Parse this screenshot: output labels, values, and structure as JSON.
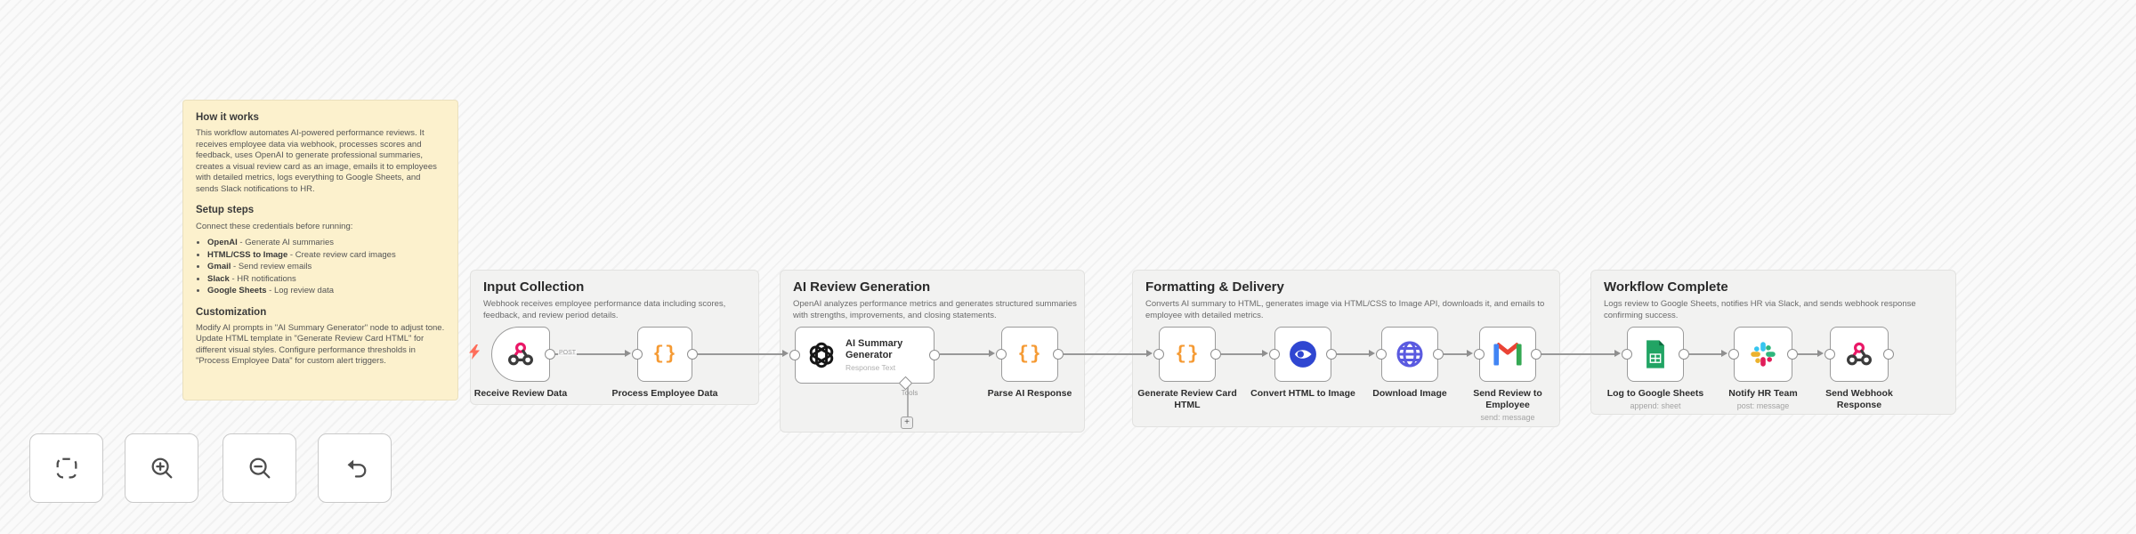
{
  "note": {
    "heading_how": "How it works",
    "para_how": "This workflow automates AI-powered performance reviews. It receives employee data via webhook, processes scores and feedback, uses OpenAI to generate professional summaries, creates a visual review card as an image, emails it to employees with detailed metrics, logs everything to Google Sheets, and sends Slack notifications to HR.",
    "heading_setup": "Setup steps",
    "setup_intro": "Connect these credentials before running:",
    "bullets": [
      {
        "name": "OpenAI",
        "desc": "- Generate AI summaries"
      },
      {
        "name": "HTML/CSS to Image",
        "desc": "- Create review card images"
      },
      {
        "name": "Gmail",
        "desc": "- Send review emails"
      },
      {
        "name": "Slack",
        "desc": "- HR notifications"
      },
      {
        "name": "Google Sheets",
        "desc": "- Log review data"
      }
    ],
    "heading_custom": "Customization",
    "para_custom": "Modify AI prompts in \"AI Summary Generator\" node to adjust tone. Update HTML template in \"Generate Review Card HTML\" for different visual styles. Configure performance thresholds in \"Process Employee Data\" for custom alert triggers."
  },
  "sections": [
    {
      "title": "Input Collection",
      "desc": "Webhook receives employee performance data including scores, feedback, and review period details."
    },
    {
      "title": "AI Review Generation",
      "desc": "OpenAI analyzes performance metrics and generates structured summaries with strengths, improvements, and closing statements."
    },
    {
      "title": "Formatting & Delivery",
      "desc": "Converts AI summary to HTML, generates image via HTML/CSS to Image API, downloads it, and emails to employee with detailed metrics."
    },
    {
      "title": "Workflow Complete",
      "desc": "Logs review to Google Sheets, notifies HR via Slack, and sends webhook response confirming success."
    }
  ],
  "nodes": {
    "receive": {
      "label": "Receive Review Data",
      "method": "POST"
    },
    "process": {
      "label": "Process Employee Data"
    },
    "ai": {
      "label": "AI Summary Generator",
      "subtitle": "Response Text",
      "tools": "Tools",
      "plus": "+"
    },
    "parse": {
      "label": "Parse AI Response"
    },
    "genhtml": {
      "label": "Generate Review Card HTML"
    },
    "convert": {
      "label": "Convert HTML to Image"
    },
    "download": {
      "label": "Download Image"
    },
    "gmail": {
      "label": "Send Review to Employee",
      "subtitle": "send: message"
    },
    "sheets": {
      "label": "Log to Google Sheets",
      "subtitle": "append: sheet"
    },
    "slack": {
      "label": "Notify HR Team",
      "subtitle": "post: message"
    },
    "respond": {
      "label": "Send Webhook Response"
    }
  },
  "icons": {
    "code_braces": "{}"
  },
  "colors": {
    "note_bg": "#fcf1cd",
    "code_orange": "#f59a33",
    "webhook_pink": "#ea1867",
    "trigger_bolt": "#ff6d5a",
    "convert_blue": "#2f46d1",
    "globe_indigo": "#5a5ae0",
    "sheets_green": "#21a464"
  }
}
